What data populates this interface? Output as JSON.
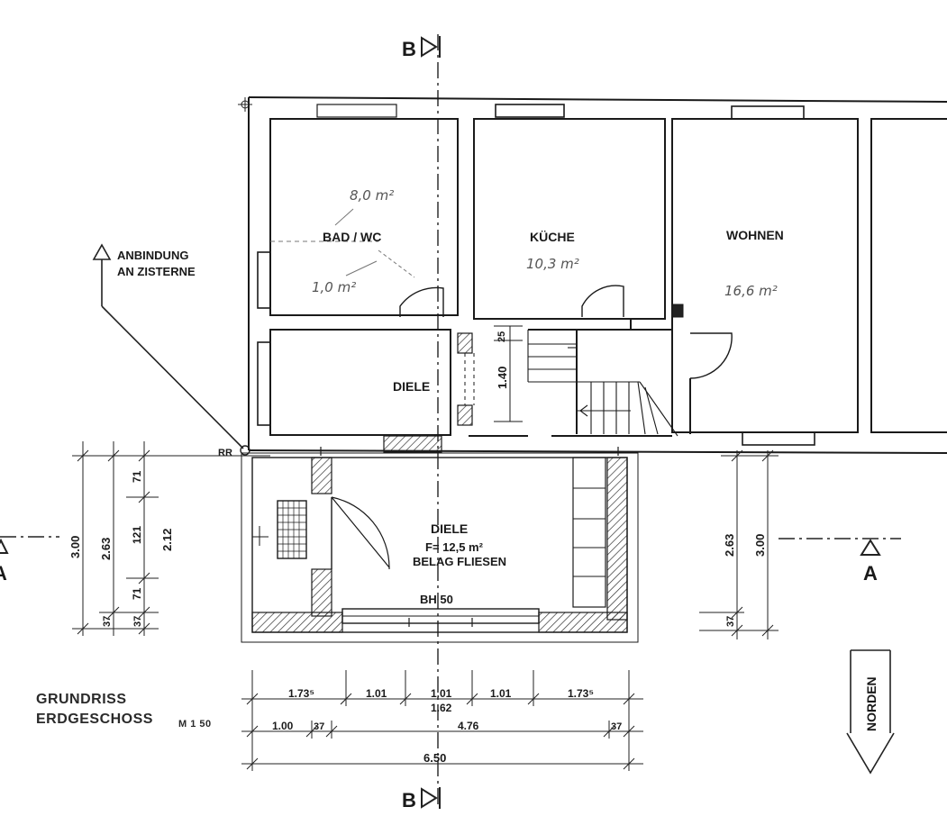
{
  "section_marks": {
    "b_top": "B",
    "b_bottom": "B",
    "a_left": "A",
    "a_right": "A"
  },
  "rooms": {
    "bad_wc": {
      "label": "BAD / WC",
      "area": "8,0 m²",
      "area2": "1,0 m²"
    },
    "kueche": {
      "label": "KÜCHE",
      "area": "10,3 m²"
    },
    "wohnen": {
      "label": "WOHNEN",
      "area": "16,6 m²"
    },
    "diele_upper": {
      "label": "DIELE"
    },
    "diele_lower": {
      "label": "DIELE",
      "area": "F= 12,5  m²",
      "finish": "BELAG FLIESEN"
    }
  },
  "annotations": {
    "anbindung_1": "ANBINDUNG",
    "anbindung_2": "AN ZISTERNE",
    "rr": "RR",
    "bh": "BH 50",
    "stair_width": "1.40",
    "stair_step": "25"
  },
  "dimensions": {
    "left_outer": "3.00",
    "left_mid": "2.63",
    "left_inner": [
      "71",
      "121",
      "71",
      "37",
      "37"
    ],
    "left_total_inner": "2.12",
    "right_mid": "2.63",
    "right_outer": "3.00",
    "right_small": "37",
    "row1": [
      "1.73⁵",
      "1.01",
      "1.01",
      "1.01",
      "1.73⁵"
    ],
    "row1_sub": "1.62",
    "row2": [
      "1.00",
      "37",
      "4.76",
      "37"
    ],
    "total": "6.50"
  },
  "north_label": "NORDEN",
  "title": {
    "line1": "GRUNDRISS",
    "line2": "ERDGESCHOSS",
    "scale": "M 1 50"
  }
}
